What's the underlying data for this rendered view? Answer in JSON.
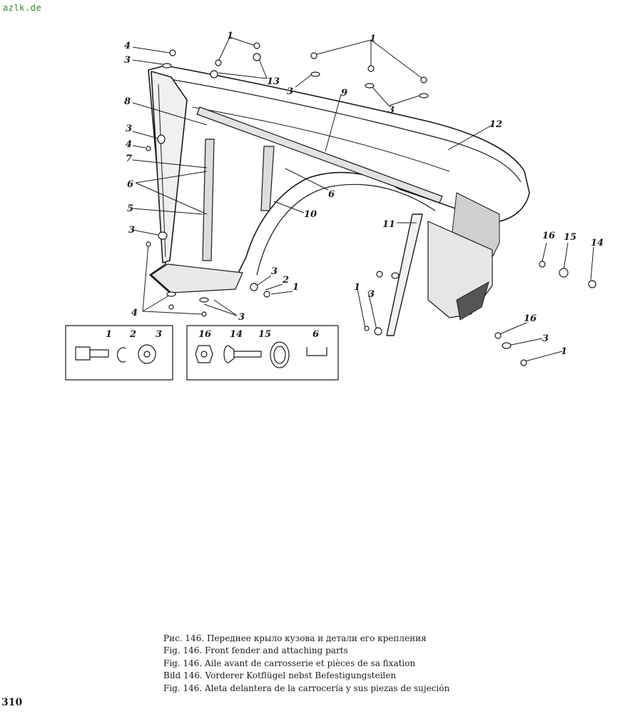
{
  "watermark": "azlk.de",
  "callouts": {
    "n1": "1",
    "n2": "2",
    "n3": "3",
    "n4": "4",
    "n5": "5",
    "n6": "6",
    "n7": "7",
    "n8": "8",
    "n9": "9",
    "n10": "10",
    "n11": "11",
    "n12": "12",
    "n13": "13",
    "n14": "14",
    "n15": "15",
    "n16": "16"
  },
  "captions": [
    "Рис. 146. Переднее крыло кузова и детали его крепления",
    "Fig. 146. Front fender and attaching parts",
    "Fig. 146. Aile avant de carrosserie et pièces de sa fixation",
    "Bild 146. Vorderer Kotflügel nebst Befestigungsteilen",
    "Fig. 146. Aleta delantera de la carrocería y sus piezas de sujeción"
  ],
  "page_number": "310"
}
